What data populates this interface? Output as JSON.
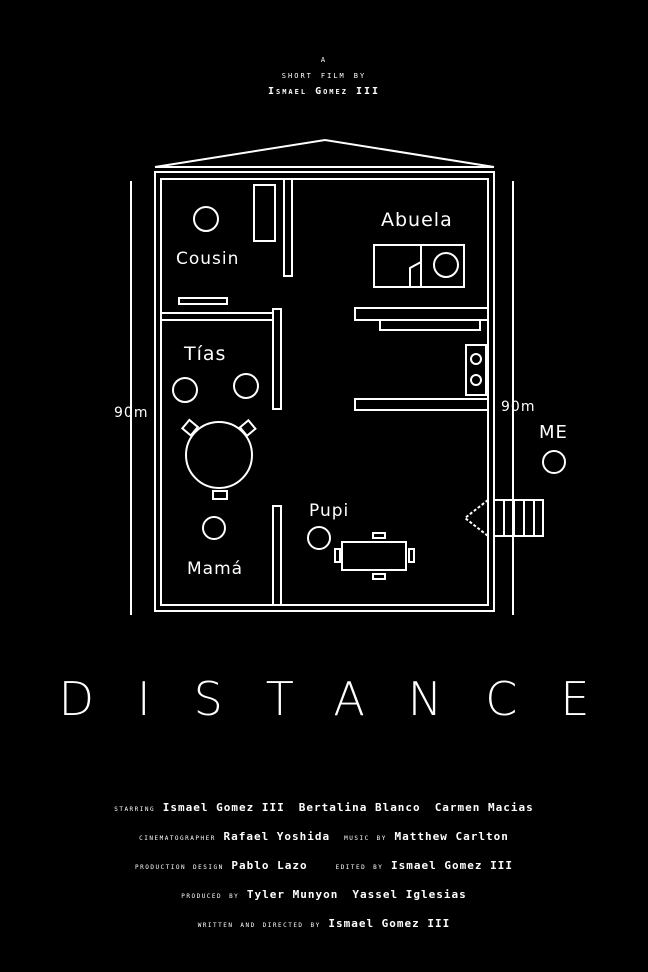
{
  "header": {
    "line1": "a",
    "line2": "short film by",
    "line3": "Ismael Gomez III"
  },
  "floorplan": {
    "labels": {
      "cousin": "Cousin",
      "abuela": "Abuela",
      "tias": "Tías",
      "mama": "Mamá",
      "pupi": "Pupi",
      "me": "ME",
      "dim_left": "90m",
      "dim_right": "90m"
    }
  },
  "title": "DISTANCE",
  "credits": {
    "starring_role": "starring",
    "starring_names": [
      "Ismael Gomez III",
      "Bertalina Blanco",
      "Carmen Macias"
    ],
    "cinematographer_role": "cinematographer",
    "cinematographer_name": "Rafael Yoshida",
    "music_role": "music by",
    "music_name": "Matthew Carlton",
    "production_design_role": "production design",
    "production_design_name": "Pablo Lazo",
    "edited_role": "edited by",
    "edited_name": "Ismael Gomez III",
    "produced_role": "produced by",
    "produced_names": [
      "Tyler Munyon",
      "Yassel Iglesias"
    ],
    "written_role": "written and directed by",
    "written_name": "Ismael Gomez III"
  }
}
